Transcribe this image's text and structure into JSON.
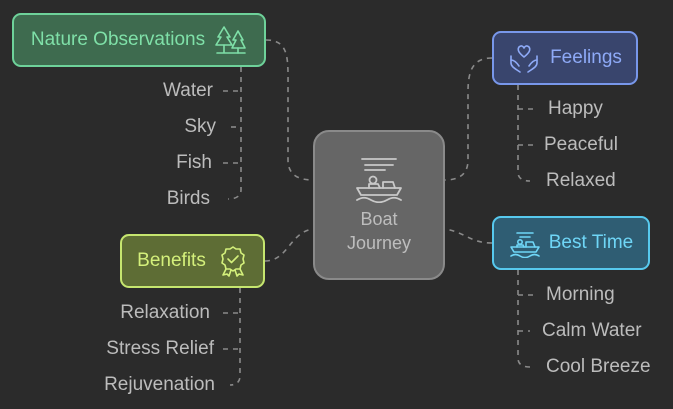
{
  "center": {
    "title_line1": "Boat",
    "title_line2": "Journey",
    "icon": "boat-icon"
  },
  "branches": {
    "nature": {
      "label": "Nature Observations",
      "icon": "trees-icon",
      "color": "#7fe0a8",
      "items": [
        "Water",
        "Sky",
        "Fish",
        "Birds"
      ]
    },
    "benefits": {
      "label": "Benefits",
      "icon": "badge-icon",
      "color": "#d4f07b",
      "items": [
        "Relaxation",
        "Stress Relief",
        "Rejuvenation"
      ]
    },
    "feelings": {
      "label": "Feelings",
      "icon": "heart-hands-icon",
      "color": "#8eaaf7",
      "items": [
        "Happy",
        "Peaceful",
        "Relaxed"
      ]
    },
    "best_time": {
      "label": "Best Time",
      "icon": "boat-icon",
      "color": "#6fd6f7",
      "items": [
        "Morning",
        "Calm Water",
        "Cool Breeze"
      ]
    }
  }
}
